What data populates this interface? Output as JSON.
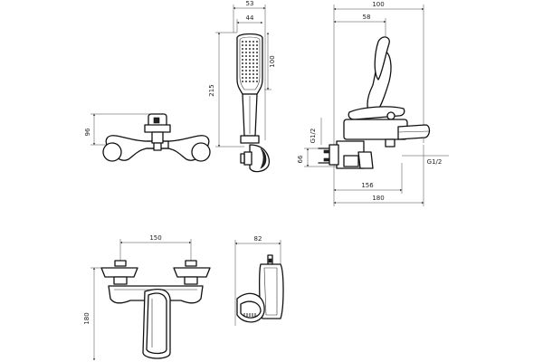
{
  "drawing": {
    "front_view": {
      "dim_height": "96"
    },
    "hand_shower": {
      "dim_width_total": "53",
      "dim_width_head": "44",
      "dim_head_length": "100",
      "dim_total_length": "215"
    },
    "side_view": {
      "dim_total_width": "100",
      "dim_handle": "58",
      "dim_thread_left": "G1/2",
      "dim_center": "66",
      "dim_thread_right": "G1/2",
      "dim_spout": "156",
      "dim_overall": "180"
    },
    "bottom_front_view": {
      "dim_centers": "150",
      "dim_height": "180"
    },
    "bottom_side_view": {
      "dim_depth": "82"
    }
  }
}
